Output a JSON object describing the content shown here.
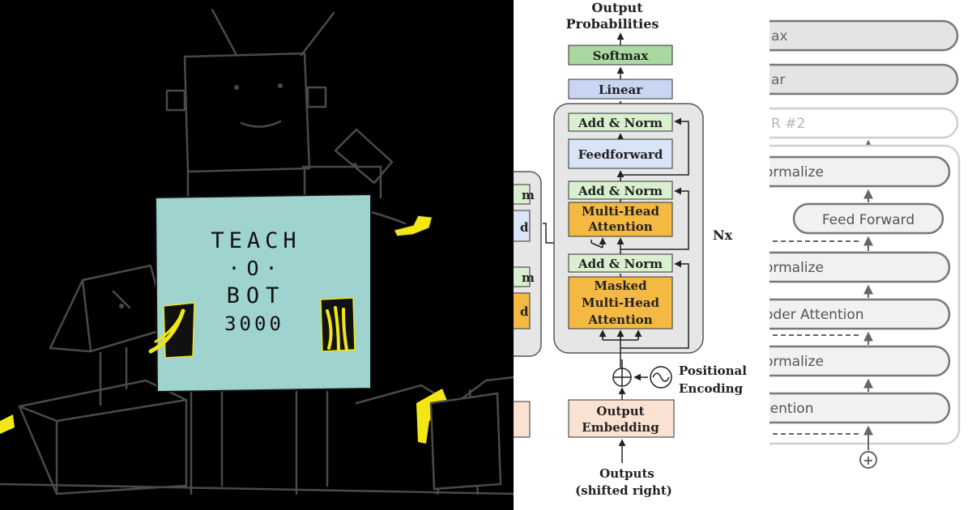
{
  "robot": {
    "sign_line1": "TEACH",
    "sign_line2": "·O·",
    "sign_line3": "BOT",
    "sign_line4": "3000",
    "colors": {
      "background": "#000000",
      "sign": "#9fd3cf",
      "accent": "#f2e614"
    }
  },
  "transformer": {
    "output_label_1": "Output",
    "output_label_2": "Probabilities",
    "softmax": "Softmax",
    "linear": "Linear",
    "add_norm": "Add & Norm",
    "feedforward": "Feedforward",
    "multi_head_1": "Multi-Head",
    "multi_head_2": "Attention",
    "masked_1": "Masked",
    "masked_2": "Multi-Head",
    "masked_3": "Attention",
    "nx": "Nx",
    "positional_1": "Positional",
    "positional_2": "Encoding",
    "embedding_1": "Output",
    "embedding_2": "Embedding",
    "outputs_1": "Outputs",
    "outputs_2": "(shifted right)",
    "left_partial_1": "m",
    "left_partial_2": "d",
    "left_partial_3": "m",
    "left_partial_4": "d",
    "colors": {
      "softmax": "#a9d8a0",
      "linear": "#c9d6f2",
      "add_norm": "#d9f0d0",
      "feedforward": "#d9e4f7",
      "attention": "#f4b942",
      "embedding": "#f9e2d2",
      "block": "#e6e6e6"
    }
  },
  "decoder": {
    "softmax_partial": "ax",
    "linear_partial": "ar",
    "layer_partial": "R #2",
    "normalize_1": "ormalize",
    "feed_forward": "Feed Forward",
    "normalize_2": "ormalize",
    "encoder_attention": "oder Attention",
    "normalize_3": "ormalize",
    "self_attention": "tention",
    "plus_symbol": "+"
  }
}
